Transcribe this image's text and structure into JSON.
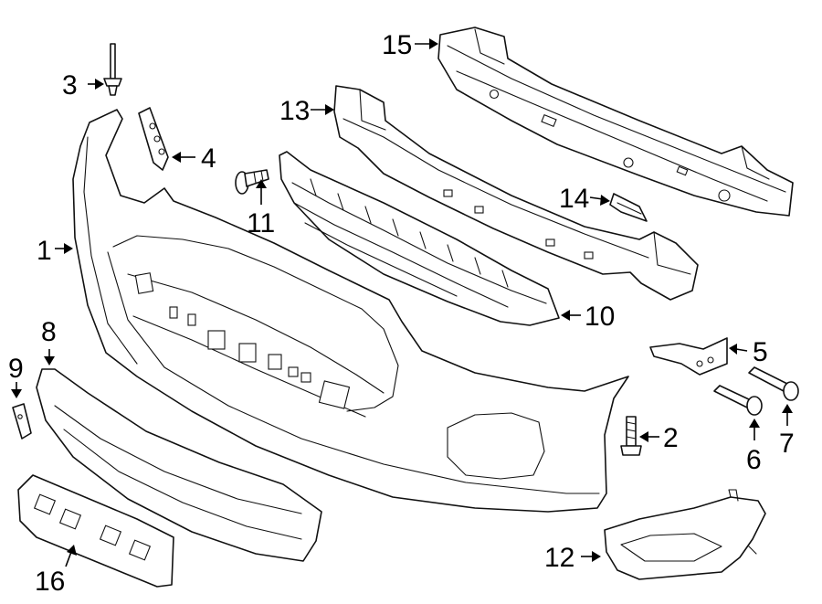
{
  "diagram": {
    "callouts": [
      {
        "id": "c1",
        "label": "1"
      },
      {
        "id": "c2",
        "label": "2"
      },
      {
        "id": "c3",
        "label": "3"
      },
      {
        "id": "c4",
        "label": "4"
      },
      {
        "id": "c5",
        "label": "5"
      },
      {
        "id": "c6",
        "label": "6"
      },
      {
        "id": "c7",
        "label": "7"
      },
      {
        "id": "c8",
        "label": "8"
      },
      {
        "id": "c9",
        "label": "9"
      },
      {
        "id": "c10",
        "label": "10"
      },
      {
        "id": "c11",
        "label": "11"
      },
      {
        "id": "c12",
        "label": "12"
      },
      {
        "id": "c13",
        "label": "13"
      },
      {
        "id": "c14",
        "label": "14"
      },
      {
        "id": "c15",
        "label": "15"
      },
      {
        "id": "c16",
        "label": "16"
      }
    ]
  },
  "colors": {
    "line": "#111111",
    "background": "#ffffff"
  }
}
